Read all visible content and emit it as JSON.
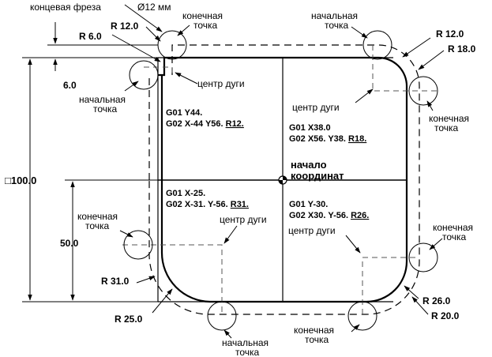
{
  "cutter_label": "концевая фреза",
  "diameter_label": "Ø12 мм",
  "dimensions": {
    "overall": "□100.0",
    "offset_6": "6.0",
    "offset_50": "50.0",
    "r6": "R 6.0",
    "r12_left": "R 12.0",
    "r12_right": "R 12.0",
    "r18": "R 18.0",
    "r31": "R 31.0",
    "r25": "R 25.0",
    "r26": "R 26.0",
    "r20": "R 20.0"
  },
  "origin": {
    "line1": "начало",
    "line2": "координат"
  },
  "points": {
    "end_tl": [
      "конечная",
      "точка"
    ],
    "start_tr": [
      "начальная",
      "точка"
    ],
    "start_l": [
      "начальная",
      "точка"
    ],
    "end_r": [
      "конечная",
      "точка"
    ],
    "end_ml": [
      "конечная",
      "точка"
    ],
    "end_mr": [
      "конечная",
      "точка"
    ],
    "start_b": [
      "начальная",
      "точка"
    ],
    "end_b": [
      "конечная",
      "точка"
    ]
  },
  "arc_centers": {
    "q2": "центр дуги",
    "q1": "центр дуги",
    "q3": "центр дуги",
    "q4": "центр дуги"
  },
  "programs": {
    "q2": {
      "line1": "G01 Y44.",
      "line2_prefix": "G02 X-44 Y56. ",
      "radius": "R12."
    },
    "q1": {
      "line1": "G01 X38.0",
      "line2_prefix": "G02 X56. Y38. ",
      "radius": "R18."
    },
    "q3": {
      "line1": "G01 X-25.",
      "line2_prefix": "G02 X-31. Y-56. ",
      "radius": "R31."
    },
    "q4": {
      "line1": "G01 Y-30.",
      "line2_prefix": "G02 X30. Y-56. ",
      "radius": "R26."
    }
  }
}
